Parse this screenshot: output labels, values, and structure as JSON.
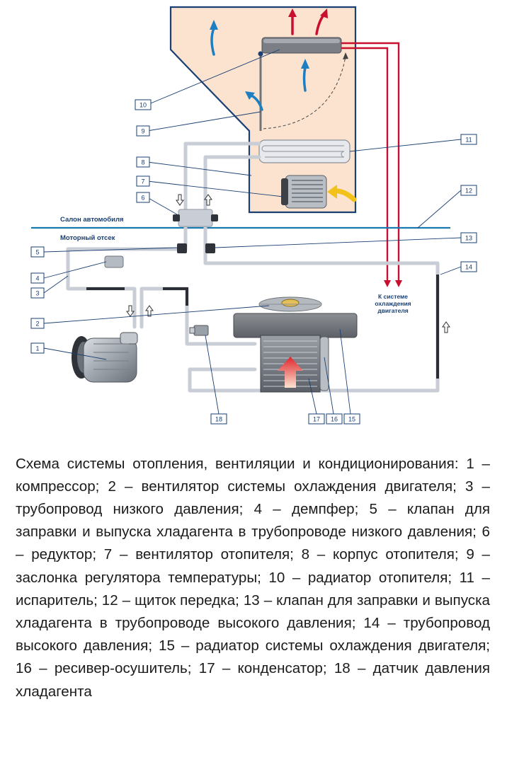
{
  "diagram": {
    "zones": {
      "cabin": "Салон автомобиля",
      "engine": "Моторный отсек"
    },
    "coolant_lines": [
      "К системе",
      "охлаждения",
      "двигателя"
    ],
    "callouts": [
      "1",
      "2",
      "3",
      "4",
      "5",
      "6",
      "7",
      "8",
      "9",
      "10",
      "11",
      "12",
      "13",
      "14",
      "15",
      "16",
      "17",
      "18"
    ]
  },
  "caption": "Схема системы отопления, вентиляции и кондиционирования: 1 – компрессор; 2 – вентилятор системы охлаждения двигателя; 3 – трубопровод низкого давления; 4 – демпфер; 5 – клапан для заправки и выпуска хладагента в трубопроводе низкого давления; 6 – редуктор; 7 – вентилятор отопителя; 8 – корпус отопителя; 9 – заслонка регулятора температуры; 10 – радиатор отопителя; 11 – испаритель; 12 – щиток передка; 13 – клапан для заправки и выпуска хладагента в трубопроводе высокого давления; 14 – трубопровод высокого давления; 15 – радиатор системы охлаждения двигателя; 16 – ресивер-осушитель; 17 – конденсатор; 18 – датчик давления хладагента",
  "colors": {
    "housing_fill": "#fbe3cf",
    "navy": "#1a3f73",
    "pipe": "#c9ced6",
    "hot": "#c8102e",
    "air": "#1d7fc1"
  }
}
